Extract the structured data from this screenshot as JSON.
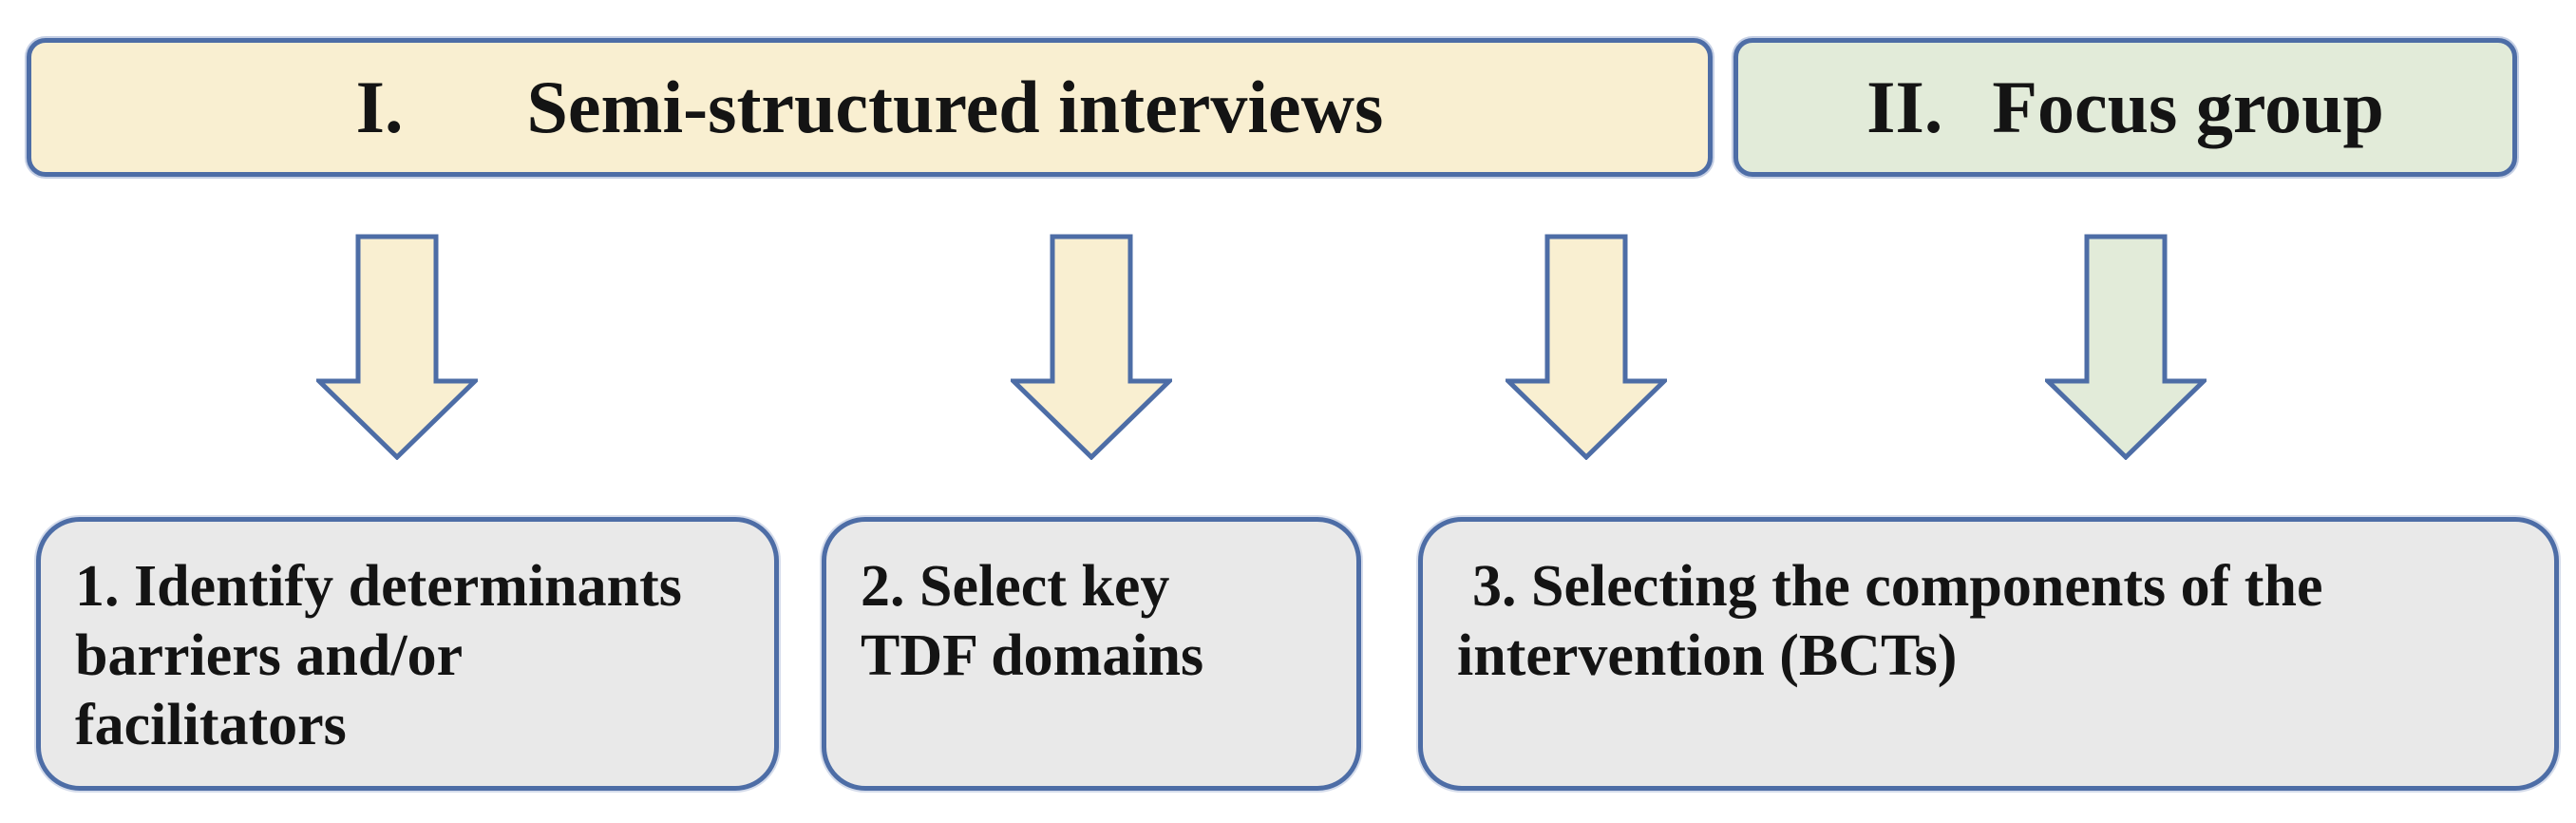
{
  "stages": [
    {
      "numeral": "I.",
      "label": "Semi-structured interviews"
    },
    {
      "numeral": "II.",
      "label": "Focus group"
    }
  ],
  "steps": [
    {
      "lines": [
        "1. Identify determinants",
        "barriers and/or",
        "facilitators"
      ]
    },
    {
      "lines": [
        "2. Select key",
        "TDF domains"
      ]
    },
    {
      "lines": [
        "3. Selecting the components of the",
        "intervention (BCTs)"
      ]
    }
  ],
  "arrows": [
    {
      "icon": "down-arrow-icon",
      "color_role": "cream"
    },
    {
      "icon": "down-arrow-icon",
      "color_role": "cream"
    },
    {
      "icon": "down-arrow-icon",
      "color_role": "cream"
    },
    {
      "icon": "down-arrow-icon",
      "color_role": "green"
    }
  ],
  "colors": {
    "cream_fill": "#f9efd1",
    "green_fill": "#e2ebd9",
    "gray_fill": "#e9e9e9",
    "border_blue": "#4d6da6",
    "text": "#141414"
  }
}
